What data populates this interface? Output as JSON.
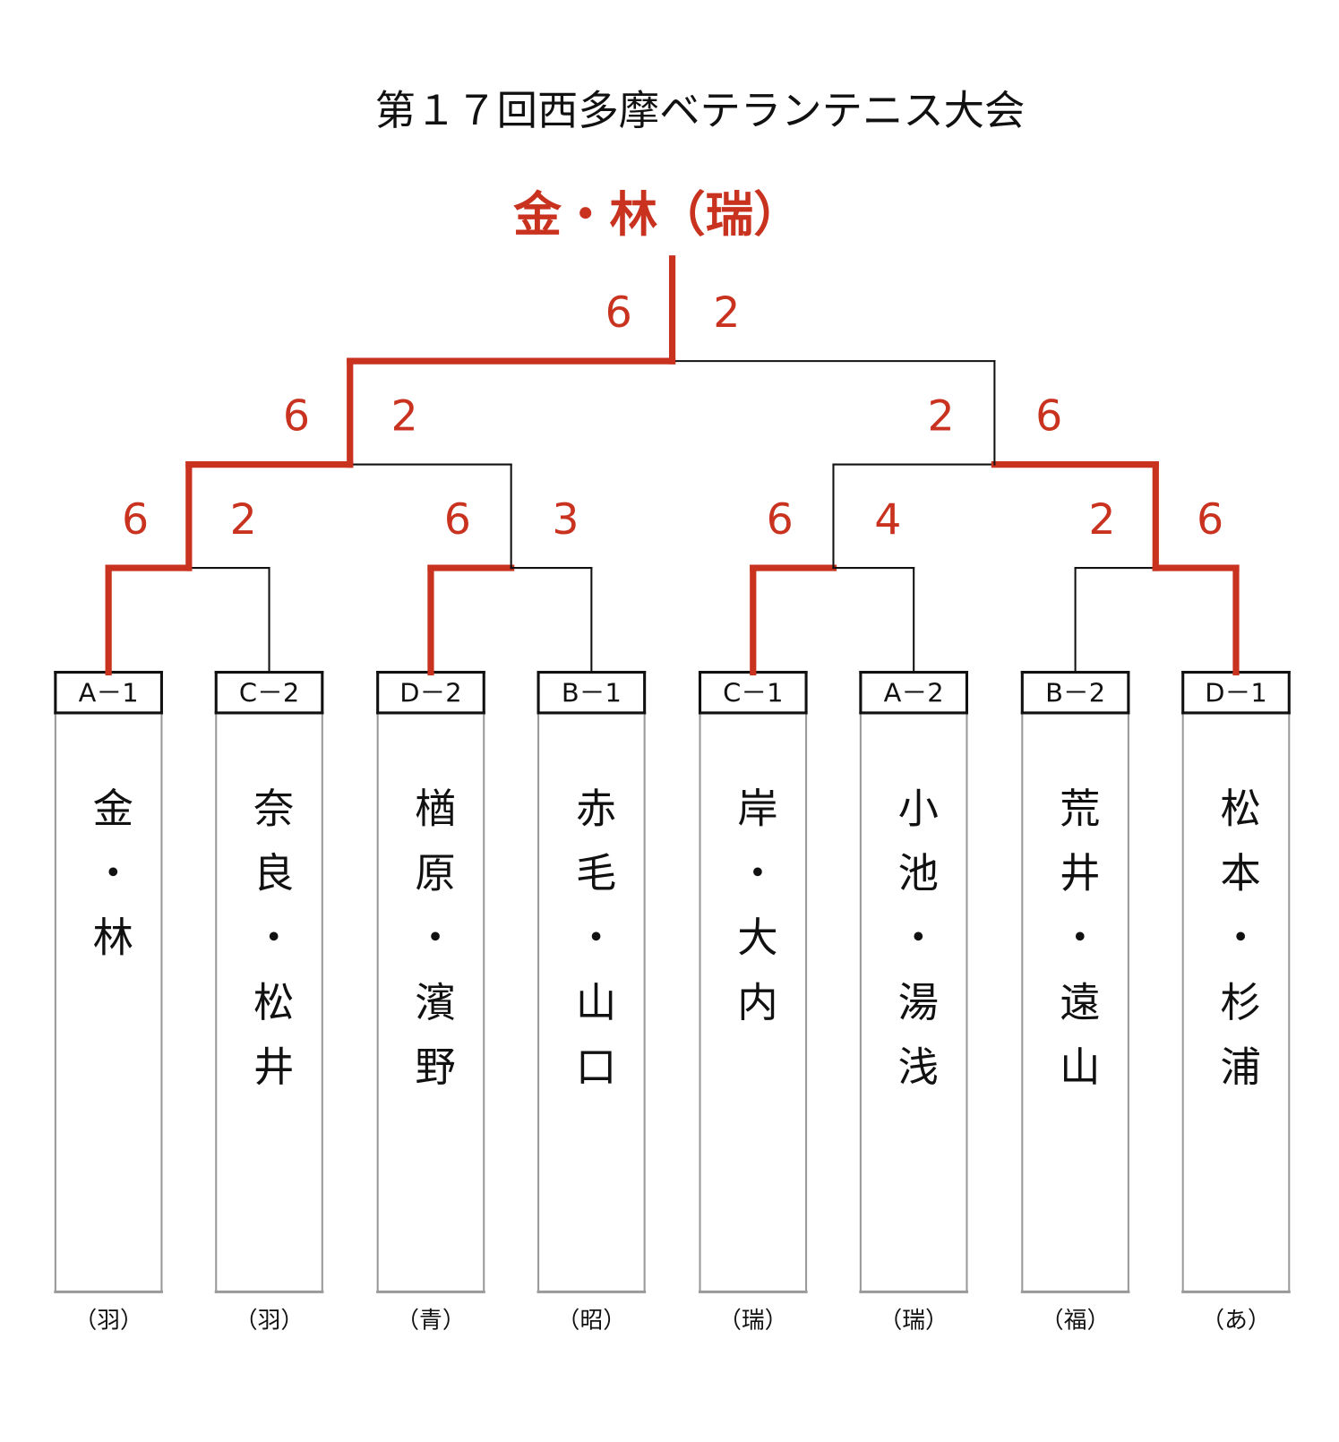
{
  "title": "第１７回西多摩ベテランテニス大会",
  "champion": "金・林（瑞）",
  "colors": {
    "winner_line": "#c8321f",
    "loser_line": "#111111",
    "box_border": "#999999"
  },
  "entries": [
    {
      "seed": "A－1",
      "name": "金・林",
      "club": "（羽）"
    },
    {
      "seed": "C－2",
      "name": "奈良・松井",
      "club": "（羽）"
    },
    {
      "seed": "D－2",
      "name": "楢原・濱野",
      "club": "（青）"
    },
    {
      "seed": "B－1",
      "name": "赤毛・山口",
      "club": "（昭）"
    },
    {
      "seed": "C－1",
      "name": "岸・大内",
      "club": "（瑞）"
    },
    {
      "seed": "A－2",
      "name": "小池・湯浅",
      "club": "（瑞）"
    },
    {
      "seed": "B－2",
      "name": "荒井・遠山",
      "club": "（福）"
    },
    {
      "seed": "D－1",
      "name": "松本・杉浦",
      "club": "（あ）"
    }
  ],
  "matches": {
    "round1": [
      {
        "left": "6",
        "right": "2",
        "winner": "left"
      },
      {
        "left": "6",
        "right": "3",
        "winner": "left"
      },
      {
        "left": "6",
        "right": "4",
        "winner": "left"
      },
      {
        "left": "2",
        "right": "6",
        "winner": "right"
      }
    ],
    "semifinal": [
      {
        "left": "6",
        "right": "2",
        "winner": "left"
      },
      {
        "left": "2",
        "right": "6",
        "winner": "right"
      }
    ],
    "final": [
      {
        "left": "6",
        "right": "2",
        "winner": "left"
      }
    ]
  }
}
